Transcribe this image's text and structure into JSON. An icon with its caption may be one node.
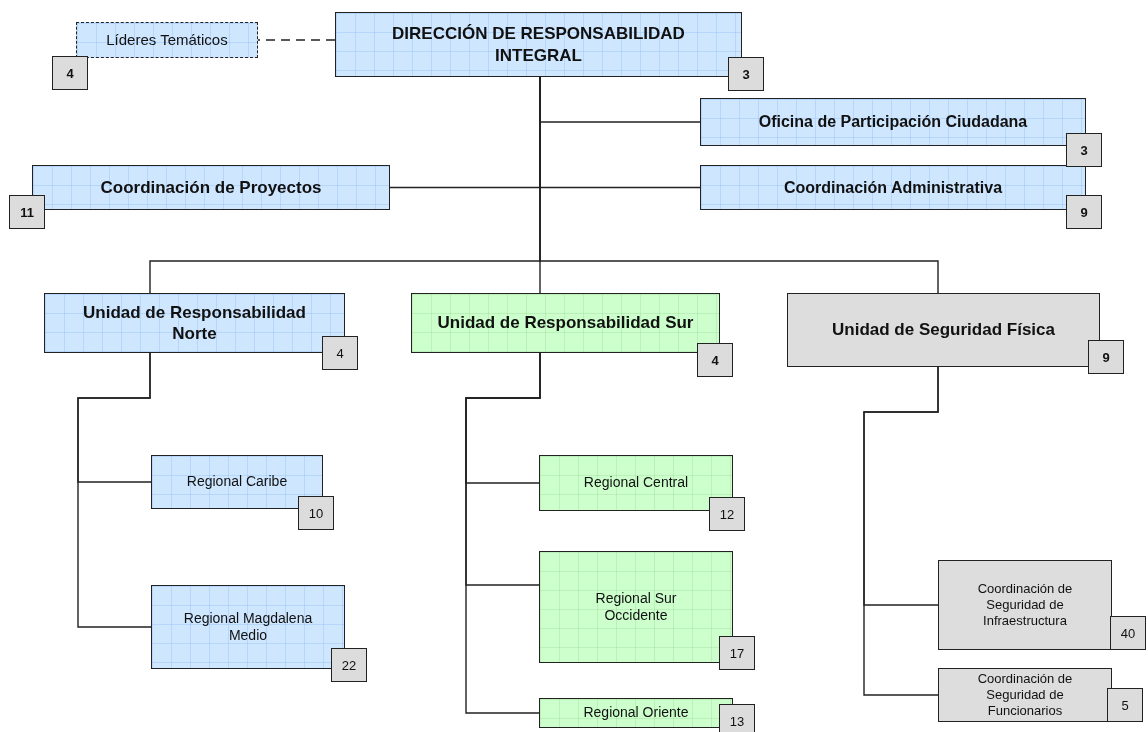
{
  "diagram": {
    "nodes": [
      {
        "text": [
          "Líderes Temáticos"
        ],
        "beside": [
          "4"
        ]
      },
      {
        "text": [
          "DIRECCIÓN DE RESPONSABILIDAD INTEGRAL"
        ],
        "beside": [
          "3"
        ]
      },
      {
        "text": [
          "Oficina de Participación Ciudadana"
        ],
        "beside": [
          "3"
        ]
      },
      {
        "text": [
          "Coordinación de Proyectos"
        ],
        "beside": [
          "11"
        ]
      },
      {
        "text": [
          "Coordinación Administrativa"
        ],
        "beside": [
          "9"
        ]
      },
      {
        "text": [
          "Unidad de Responsabilidad Norte"
        ],
        "beside": [
          "4"
        ]
      },
      {
        "text": [
          "Unidad de Responsabilidad Sur"
        ],
        "beside": [
          "4"
        ]
      },
      {
        "text": [
          "Unidad de Seguridad Física"
        ],
        "beside": [
          "9"
        ]
      },
      {
        "text": [
          "Regional Caribe"
        ],
        "beside": [
          "10"
        ]
      },
      {
        "text": [
          "Regional Magdalena Medio"
        ],
        "beside": [
          "22"
        ]
      },
      {
        "text": [
          "Regional Central"
        ],
        "beside": [
          "12"
        ]
      },
      {
        "text": [
          "Regional Sur Occidente"
        ],
        "beside": [
          "17"
        ]
      },
      {
        "text": [
          "Regional Oriente"
        ],
        "beside": [
          "13"
        ]
      },
      {
        "text": [
          "Coordinación de Seguridad de Infraestructura"
        ],
        "beside": [
          "40"
        ]
      },
      {
        "text": [
          "Coordinación de Seguridad de Funcionarios"
        ],
        "beside": [
          "5"
        ]
      }
    ],
    "edges": [
      {
        "from": 1,
        "to": 0,
        "arrow": "none",
        "style": "dashed"
      },
      {
        "from": 1,
        "to": 2,
        "arrow": "none"
      },
      {
        "from": 1,
        "to": 3,
        "arrow": "none"
      },
      {
        "from": 1,
        "to": 4,
        "arrow": "none"
      },
      {
        "from": 1,
        "to": 5,
        "arrow": "none"
      },
      {
        "from": 1,
        "to": 6,
        "arrow": "none"
      },
      {
        "from": 1,
        "to": 7,
        "arrow": "none"
      },
      {
        "from": 5,
        "to": 8,
        "arrow": "none"
      },
      {
        "from": 5,
        "to": 9,
        "arrow": "none"
      },
      {
        "from": 6,
        "to": 10,
        "arrow": "none"
      },
      {
        "from": 6,
        "to": 11,
        "arrow": "none"
      },
      {
        "from": 6,
        "to": 12,
        "arrow": "none"
      },
      {
        "from": 7,
        "to": 13,
        "arrow": "none"
      },
      {
        "from": 7,
        "to": 14,
        "arrow": "none"
      }
    ]
  }
}
